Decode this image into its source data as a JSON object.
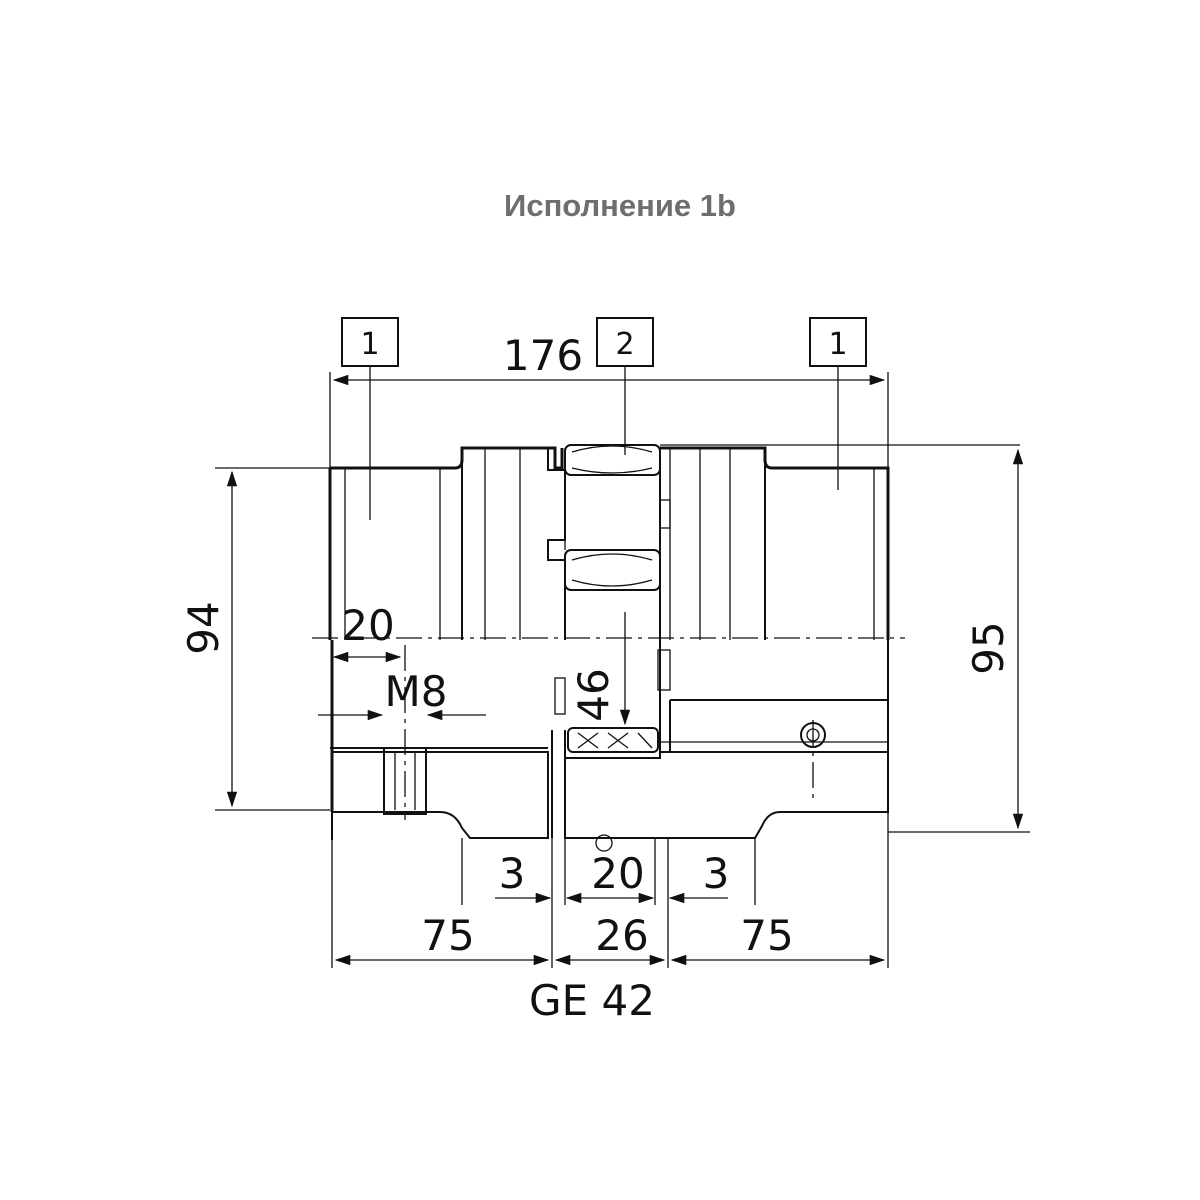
{
  "title": "Исполнение 1b",
  "labels": {
    "part_hub_left": "1",
    "part_spider": "2",
    "part_hub_right": "1"
  },
  "dimensions": {
    "overall_length": "176",
    "left_hub_diameter": "94",
    "right_hub_diameter": "95",
    "screw_distance": "20",
    "set_screw": "M8",
    "bore_diameter": "46",
    "gap_left": "3",
    "spider_width": "20",
    "gap_right": "3",
    "left_hub_length": "75",
    "center_length": "26",
    "right_hub_length": "75",
    "size_designation": "GE 42"
  },
  "colors": {
    "line": "#111111",
    "title": "#6e6e6e"
  }
}
